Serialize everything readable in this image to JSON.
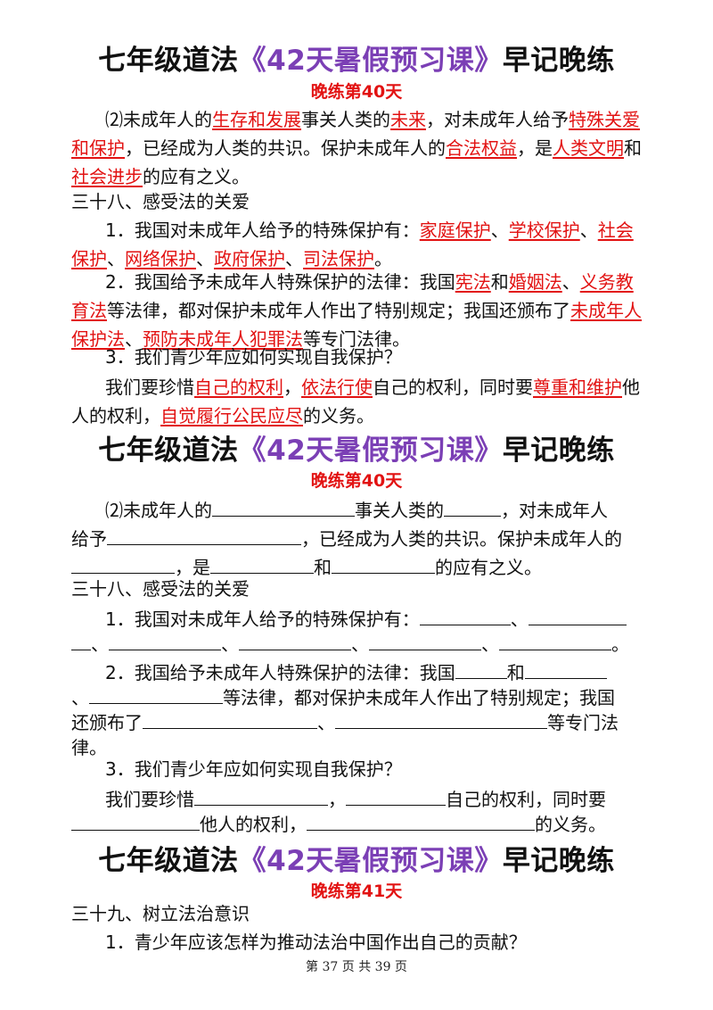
{
  "header_title_pre": "七年级道法",
  "header_title_mid": "《42天暑假预习课》",
  "header_title_post": "早记晚练",
  "section1": {
    "subtitle": "晚练第40天",
    "p1": [
      "⑵未成年人的",
      "生存和发展",
      "事关人类的",
      "未来",
      "，对未成年人给予",
      "特殊关爱和保护",
      "，已经成为人类的共识。保护未成年人的",
      "合法权益",
      "，是",
      "人类文明",
      "和",
      "社会进步",
      "的应有之义。"
    ],
    "h38": "三十八、感受法的关爱",
    "q1": [
      "1．我国对未成年人给予的特殊保护有：",
      "家庭保护",
      "、",
      "学校保护",
      "、",
      "社会保护",
      "、",
      "网络保护",
      "、",
      "政府保护",
      "、",
      "司法保护",
      "。"
    ],
    "q2": [
      "2．我国给予未成年人特殊保护的法律：我国",
      "宪法",
      "和",
      "婚姻法",
      "、",
      "义务教育法",
      "等法律，都对保护未成年人作出了特别规定；我国还颁布了",
      "未成年人保护法",
      "、",
      "预防未成年人犯罪法",
      "等专门法律。"
    ],
    "q3": "3．我们青少年应如何实现自我保护？",
    "a3": [
      "我们要珍惜",
      "自己的权利",
      "，",
      "依法行使",
      "自己的权利，同时要",
      "尊重和维护",
      "他人的权利，",
      "自觉履行公民应尽",
      "的义务。"
    ]
  },
  "section2": {
    "subtitle": "晚练第40天",
    "l1": [
      "⑵未成年人的",
      "事关人类的",
      "，对未成年人"
    ],
    "l2": [
      "给予",
      "，已经成为人类的共识。保护未成年人的"
    ],
    "l3": [
      "，是",
      "和",
      "的应有之义。"
    ],
    "h38": "三十八、感受法的关爱",
    "q1a": "1．我国对未成年人给予的特殊保护有：",
    "sep": "、",
    "end": "。",
    "q2a": "2．我国给予未成年人特殊保护的法律：我国",
    "and": "和",
    "q2b": "等法律，都对保护未成年人作出了特别规定；我国",
    "q2c": "还颁布了",
    "q2d": "等专门法",
    "q2e": "律。",
    "q3": "3．我们青少年应如何实现自我保护？",
    "a3a": "我们要珍惜",
    "comma": "，",
    "a3b": "自己的权利，同时要",
    "a3c": "他人的权利，",
    "a3d": "的义务。"
  },
  "section3": {
    "subtitle": "晚练第41天",
    "h39": "三十九、树立法治意识",
    "q1": "1．青少年应该怎样为推动法治中国作出自己的贡献？"
  },
  "footer": "第 37 页 共 39 页"
}
